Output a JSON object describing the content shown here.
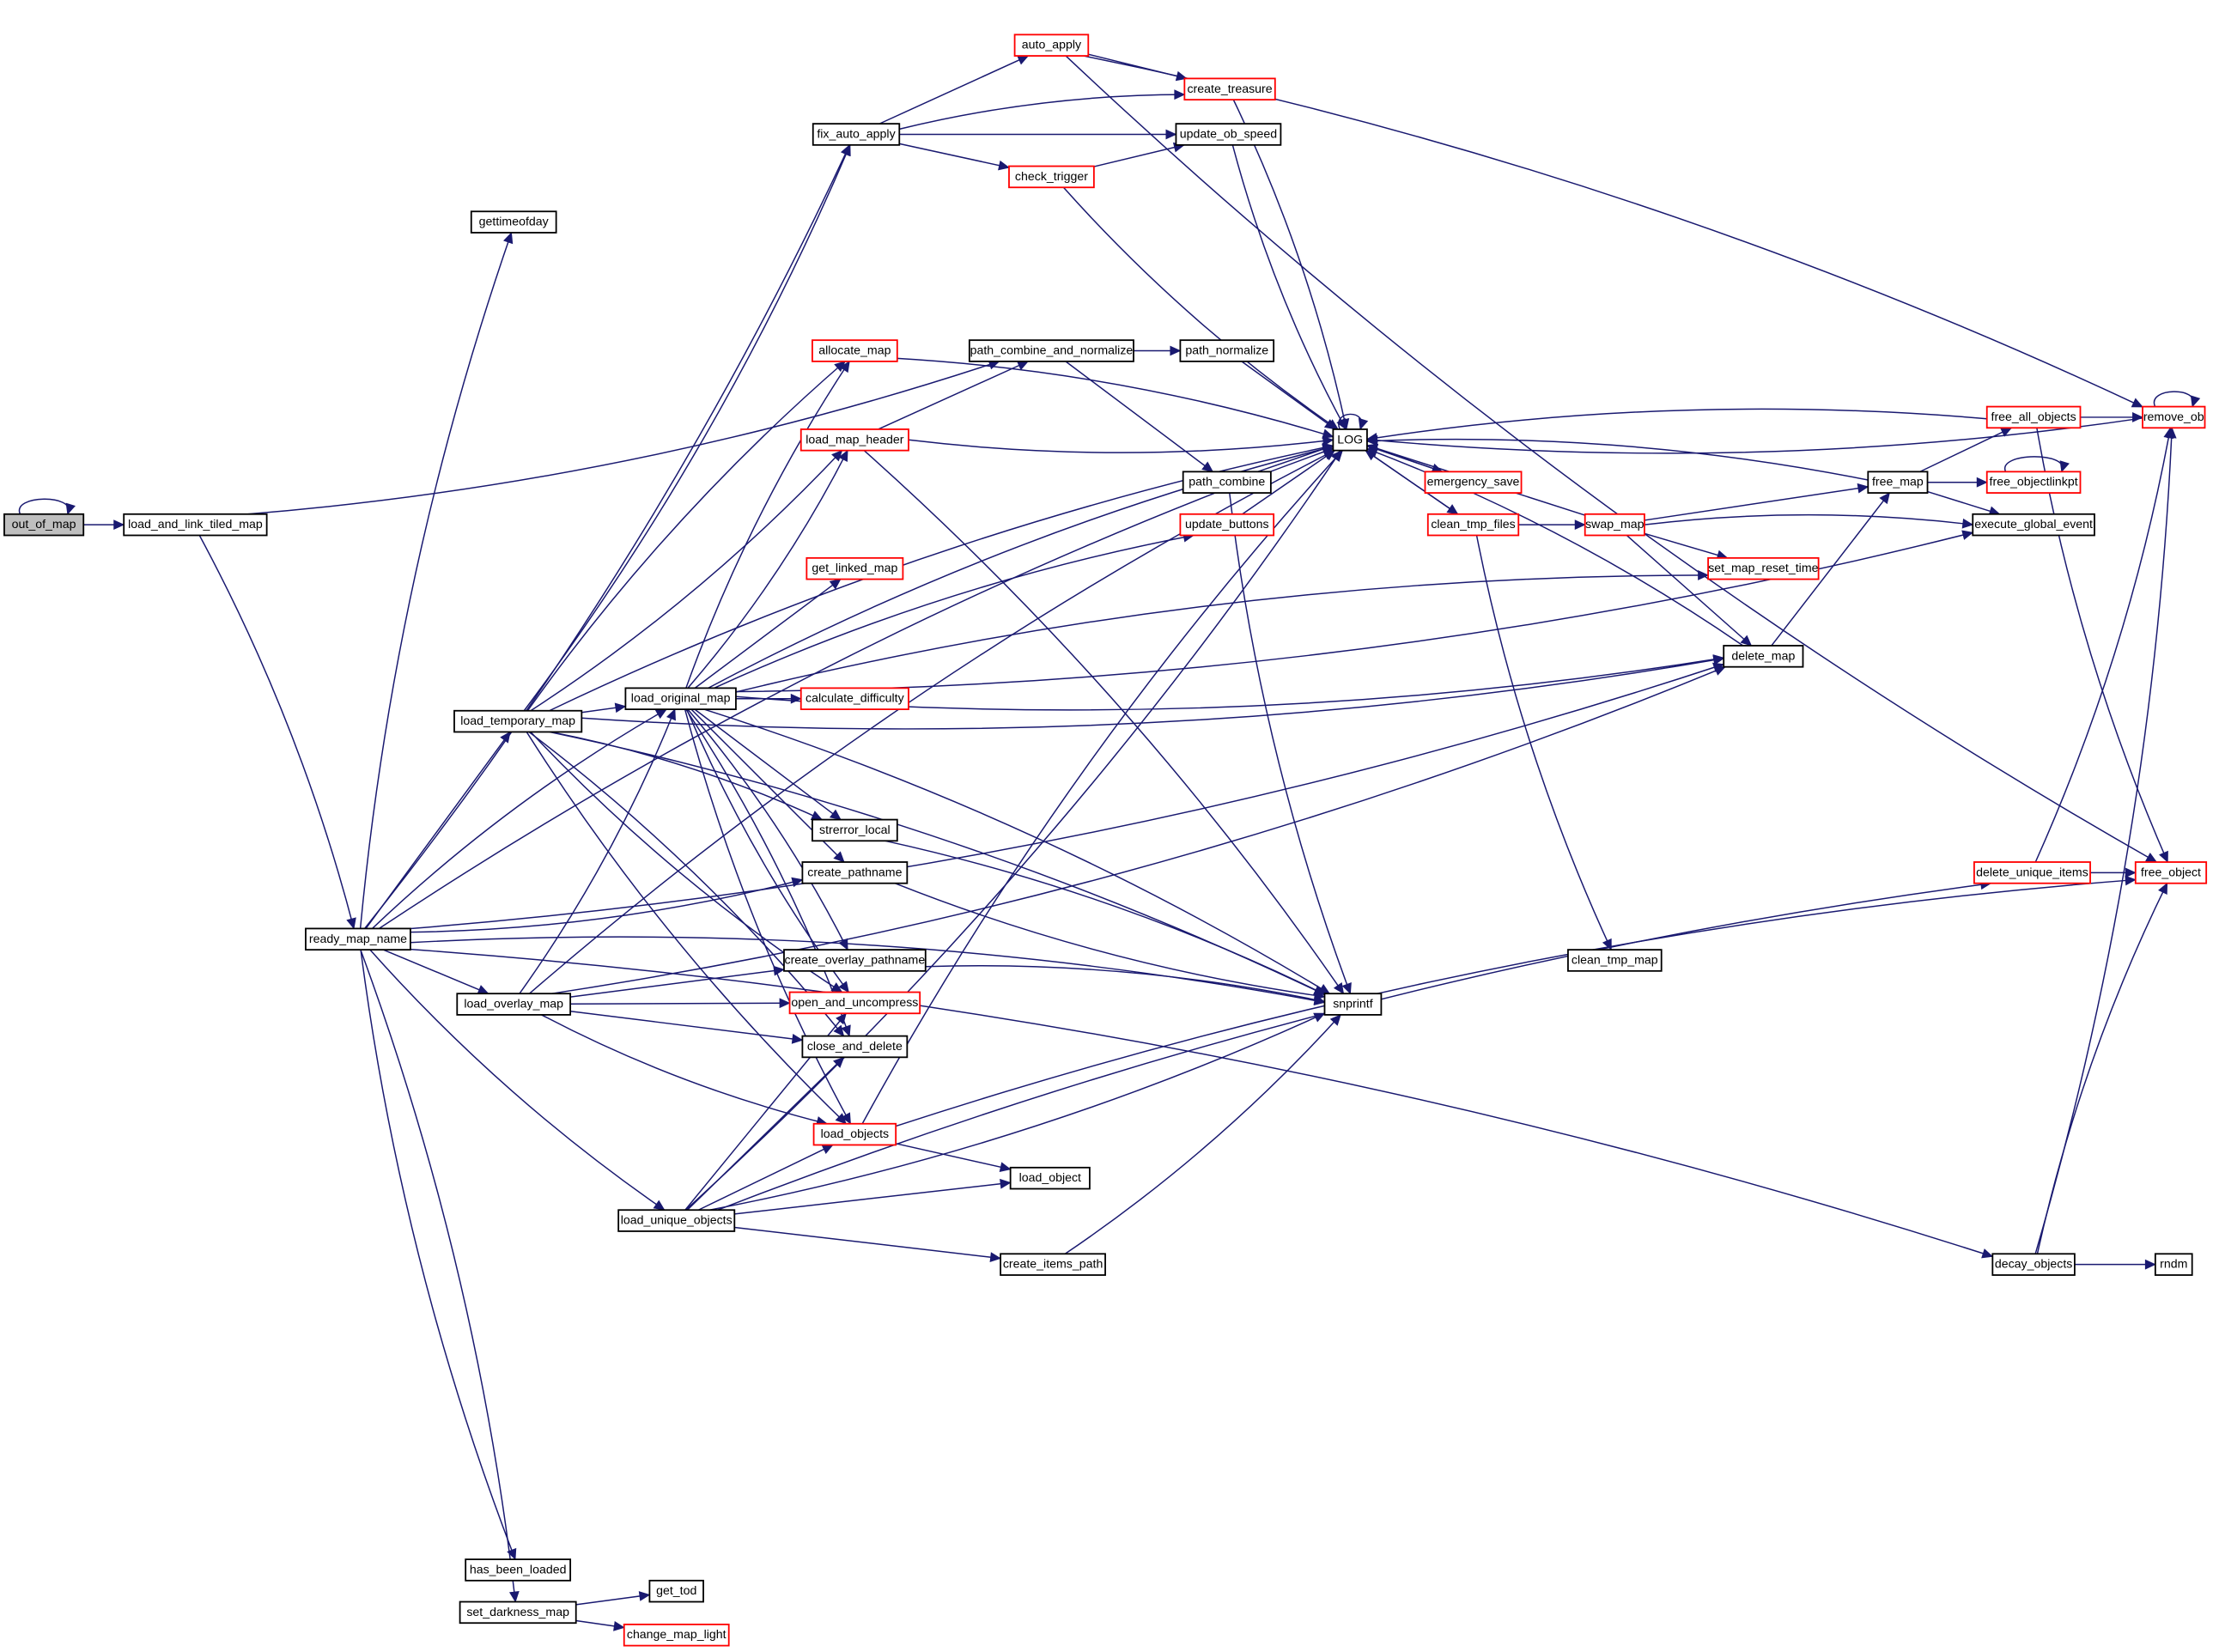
{
  "diagram": {
    "type": "call-graph",
    "root": "out_of_map",
    "colors": {
      "edge": "#191970",
      "node_border_documented": "#000000",
      "node_border_truncated": "#ff0000",
      "root_fill": "#bfbfbf"
    },
    "nodes": [
      {
        "id": "out_of_map",
        "label": "out_of_map",
        "style": "root"
      },
      {
        "id": "load_and_link_tiled_map",
        "label": "load_and_link_tiled_map",
        "style": "black"
      },
      {
        "id": "ready_map_name",
        "label": "ready_map_name",
        "style": "black"
      },
      {
        "id": "gettimeofday",
        "label": "gettimeofday",
        "style": "black"
      },
      {
        "id": "fix_auto_apply",
        "label": "fix_auto_apply",
        "style": "black"
      },
      {
        "id": "auto_apply",
        "label": "auto_apply",
        "style": "red"
      },
      {
        "id": "create_treasure",
        "label": "create_treasure",
        "style": "red"
      },
      {
        "id": "update_ob_speed",
        "label": "update_ob_speed",
        "style": "black"
      },
      {
        "id": "check_trigger",
        "label": "check_trigger",
        "style": "red"
      },
      {
        "id": "allocate_map",
        "label": "allocate_map",
        "style": "red"
      },
      {
        "id": "path_combine_and_normalize",
        "label": "path_combine_and_normalize",
        "style": "black"
      },
      {
        "id": "path_normalize",
        "label": "path_normalize",
        "style": "black"
      },
      {
        "id": "load_map_header",
        "label": "load_map_header",
        "style": "red"
      },
      {
        "id": "path_combine",
        "label": "path_combine",
        "style": "black"
      },
      {
        "id": "LOG",
        "label": "LOG",
        "style": "black"
      },
      {
        "id": "emergency_save",
        "label": "emergency_save",
        "style": "red"
      },
      {
        "id": "clean_tmp_files",
        "label": "clean_tmp_files",
        "style": "red"
      },
      {
        "id": "update_buttons",
        "label": "update_buttons",
        "style": "red"
      },
      {
        "id": "get_linked_map",
        "label": "get_linked_map",
        "style": "red"
      },
      {
        "id": "load_temporary_map",
        "label": "load_temporary_map",
        "style": "black"
      },
      {
        "id": "load_original_map",
        "label": "load_original_map",
        "style": "black"
      },
      {
        "id": "calculate_difficulty",
        "label": "calculate_difficulty",
        "style": "red"
      },
      {
        "id": "strerror_local",
        "label": "strerror_local",
        "style": "black"
      },
      {
        "id": "create_pathname",
        "label": "create_pathname",
        "style": "black"
      },
      {
        "id": "create_overlay_pathname",
        "label": "create_overlay_pathname",
        "style": "black"
      },
      {
        "id": "open_and_uncompress",
        "label": "open_and_uncompress",
        "style": "red"
      },
      {
        "id": "close_and_delete",
        "label": "close_and_delete",
        "style": "black"
      },
      {
        "id": "load_overlay_map",
        "label": "load_overlay_map",
        "style": "black"
      },
      {
        "id": "load_objects",
        "label": "load_objects",
        "style": "red"
      },
      {
        "id": "load_object",
        "label": "load_object",
        "style": "black"
      },
      {
        "id": "load_unique_objects",
        "label": "load_unique_objects",
        "style": "black"
      },
      {
        "id": "create_items_path",
        "label": "create_items_path",
        "style": "black"
      },
      {
        "id": "snprintf",
        "label": "snprintf",
        "style": "black"
      },
      {
        "id": "swap_map",
        "label": "swap_map",
        "style": "red"
      },
      {
        "id": "set_map_reset_time",
        "label": "set_map_reset_time",
        "style": "red"
      },
      {
        "id": "delete_map",
        "label": "delete_map",
        "style": "black"
      },
      {
        "id": "free_map",
        "label": "free_map",
        "style": "black"
      },
      {
        "id": "free_all_objects",
        "label": "free_all_objects",
        "style": "red"
      },
      {
        "id": "free_objectlinkpt",
        "label": "free_objectlinkpt",
        "style": "red"
      },
      {
        "id": "execute_global_event",
        "label": "execute_global_event",
        "style": "black"
      },
      {
        "id": "remove_ob",
        "label": "remove_ob",
        "style": "red"
      },
      {
        "id": "clean_tmp_map",
        "label": "clean_tmp_map",
        "style": "black"
      },
      {
        "id": "delete_unique_items",
        "label": "delete_unique_items",
        "style": "red"
      },
      {
        "id": "free_object",
        "label": "free_object",
        "style": "red"
      },
      {
        "id": "decay_objects",
        "label": "decay_objects",
        "style": "black"
      },
      {
        "id": "rndm",
        "label": "rndm",
        "style": "black"
      },
      {
        "id": "has_been_loaded",
        "label": "has_been_loaded",
        "style": "black"
      },
      {
        "id": "set_darkness_map",
        "label": "set_darkness_map",
        "style": "black"
      },
      {
        "id": "get_tod",
        "label": "get_tod",
        "style": "black"
      },
      {
        "id": "change_map_light",
        "label": "change_map_light",
        "style": "red"
      }
    ],
    "edges": [
      [
        "out_of_map",
        "out_of_map"
      ],
      [
        "out_of_map",
        "load_and_link_tiled_map"
      ],
      [
        "load_and_link_tiled_map",
        "ready_map_name"
      ],
      [
        "load_and_link_tiled_map",
        "path_combine_and_normalize"
      ],
      [
        "ready_map_name",
        "gettimeofday"
      ],
      [
        "ready_map_name",
        "fix_auto_apply"
      ],
      [
        "ready_map_name",
        "LOG"
      ],
      [
        "ready_map_name",
        "load_temporary_map"
      ],
      [
        "ready_map_name",
        "load_original_map"
      ],
      [
        "ready_map_name",
        "create_pathname"
      ],
      [
        "ready_map_name",
        "load_overlay_map"
      ],
      [
        "ready_map_name",
        "load_unique_objects"
      ],
      [
        "ready_map_name",
        "snprintf"
      ],
      [
        "ready_map_name",
        "delete_map"
      ],
      [
        "ready_map_name",
        "decay_objects"
      ],
      [
        "ready_map_name",
        "has_been_loaded"
      ],
      [
        "ready_map_name",
        "set_darkness_map"
      ],
      [
        "fix_auto_apply",
        "auto_apply"
      ],
      [
        "fix_auto_apply",
        "create_treasure"
      ],
      [
        "fix_auto_apply",
        "update_ob_speed"
      ],
      [
        "fix_auto_apply",
        "check_trigger"
      ],
      [
        "auto_apply",
        "create_treasure"
      ],
      [
        "auto_apply",
        "remove_ob"
      ],
      [
        "auto_apply",
        "free_object"
      ],
      [
        "create_treasure",
        "LOG"
      ],
      [
        "update_ob_speed",
        "LOG"
      ],
      [
        "check_trigger",
        "update_ob_speed"
      ],
      [
        "check_trigger",
        "LOG"
      ],
      [
        "allocate_map",
        "LOG"
      ],
      [
        "path_combine_and_normalize",
        "path_normalize"
      ],
      [
        "path_combine_and_normalize",
        "path_combine"
      ],
      [
        "path_normalize",
        "LOG"
      ],
      [
        "path_combine",
        "LOG"
      ],
      [
        "path_combine",
        "snprintf"
      ],
      [
        "load_map_header",
        "path_combine_and_normalize"
      ],
      [
        "load_map_header",
        "LOG"
      ],
      [
        "load_map_header",
        "snprintf"
      ],
      [
        "LOG",
        "LOG"
      ],
      [
        "LOG",
        "emergency_save"
      ],
      [
        "LOG",
        "clean_tmp_files"
      ],
      [
        "emergency_save",
        "LOG"
      ],
      [
        "clean_tmp_files",
        "LOG"
      ],
      [
        "clean_tmp_files",
        "swap_map"
      ],
      [
        "clean_tmp_files",
        "clean_tmp_map"
      ],
      [
        "update_buttons",
        "LOG"
      ],
      [
        "load_temporary_map",
        "fix_auto_apply"
      ],
      [
        "load_temporary_map",
        "allocate_map"
      ],
      [
        "load_temporary_map",
        "load_map_header"
      ],
      [
        "load_temporary_map",
        "LOG"
      ],
      [
        "load_temporary_map",
        "load_original_map"
      ],
      [
        "load_temporary_map",
        "strerror_local"
      ],
      [
        "load_temporary_map",
        "open_and_uncompress"
      ],
      [
        "load_temporary_map",
        "close_and_delete"
      ],
      [
        "load_temporary_map",
        "load_objects"
      ],
      [
        "load_temporary_map",
        "snprintf"
      ],
      [
        "load_temporary_map",
        "delete_map"
      ],
      [
        "load_original_map",
        "allocate_map"
      ],
      [
        "load_original_map",
        "load_map_header"
      ],
      [
        "load_original_map",
        "LOG"
      ],
      [
        "load_original_map",
        "get_linked_map"
      ],
      [
        "load_original_map",
        "update_buttons"
      ],
      [
        "load_original_map",
        "calculate_difficulty"
      ],
      [
        "load_original_map",
        "set_map_reset_time"
      ],
      [
        "load_original_map",
        "delete_map"
      ],
      [
        "load_original_map",
        "strerror_local"
      ],
      [
        "load_original_map",
        "create_pathname"
      ],
      [
        "load_original_map",
        "create_overlay_pathname"
      ],
      [
        "load_original_map",
        "open_and_uncompress"
      ],
      [
        "load_original_map",
        "close_and_delete"
      ],
      [
        "load_original_map",
        "load_objects"
      ],
      [
        "load_original_map",
        "snprintf"
      ],
      [
        "load_original_map",
        "execute_global_event"
      ],
      [
        "strerror_local",
        "snprintf"
      ],
      [
        "create_pathname",
        "snprintf"
      ],
      [
        "create_overlay_pathname",
        "snprintf"
      ],
      [
        "load_overlay_map",
        "load_original_map"
      ],
      [
        "load_overlay_map",
        "create_overlay_pathname"
      ],
      [
        "load_overlay_map",
        "open_and_uncompress"
      ],
      [
        "load_overlay_map",
        "close_and_delete"
      ],
      [
        "load_overlay_map",
        "load_objects"
      ],
      [
        "load_overlay_map",
        "LOG"
      ],
      [
        "load_overlay_map",
        "delete_map"
      ],
      [
        "load_objects",
        "LOG"
      ],
      [
        "load_objects",
        "load_object"
      ],
      [
        "load_objects",
        "free_object"
      ],
      [
        "load_unique_objects",
        "open_and_uncompress"
      ],
      [
        "load_unique_objects",
        "close_and_delete"
      ],
      [
        "load_unique_objects",
        "load_objects"
      ],
      [
        "load_unique_objects",
        "load_object"
      ],
      [
        "load_unique_objects",
        "LOG"
      ],
      [
        "load_unique_objects",
        "create_items_path"
      ],
      [
        "load_unique_objects",
        "snprintf"
      ],
      [
        "load_unique_objects",
        "delete_unique_items"
      ],
      [
        "create_items_path",
        "snprintf"
      ],
      [
        "swap_map",
        "LOG"
      ],
      [
        "swap_map",
        "free_map"
      ],
      [
        "swap_map",
        "execute_global_event"
      ],
      [
        "swap_map",
        "set_map_reset_time"
      ],
      [
        "swap_map",
        "delete_map"
      ],
      [
        "delete_map",
        "LOG"
      ],
      [
        "delete_map",
        "free_map"
      ],
      [
        "free_map",
        "LOG"
      ],
      [
        "free_map",
        "free_all_objects"
      ],
      [
        "free_map",
        "free_objectlinkpt"
      ],
      [
        "free_map",
        "execute_global_event"
      ],
      [
        "free_all_objects",
        "LOG"
      ],
      [
        "free_all_objects",
        "remove_ob"
      ],
      [
        "free_all_objects",
        "free_object"
      ],
      [
        "free_objectlinkpt",
        "free_objectlinkpt"
      ],
      [
        "remove_ob",
        "remove_ob"
      ],
      [
        "remove_ob",
        "LOG"
      ],
      [
        "delete_unique_items",
        "remove_ob"
      ],
      [
        "delete_unique_items",
        "free_object"
      ],
      [
        "decay_objects",
        "remove_ob"
      ],
      [
        "decay_objects",
        "free_object"
      ],
      [
        "decay_objects",
        "rndm"
      ],
      [
        "set_darkness_map",
        "get_tod"
      ],
      [
        "set_darkness_map",
        "change_map_light"
      ]
    ]
  }
}
